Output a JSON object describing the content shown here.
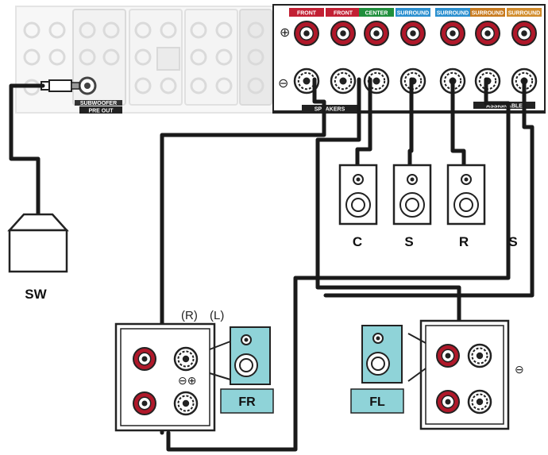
{
  "labels": {
    "subwoofer": "SW",
    "speaker_center": "C",
    "speaker_surround_1": "S",
    "speaker_surround_back": "R",
    "speaker_surround_2": "S",
    "front_right": "FR",
    "front_left": "FL",
    "right_marker": "(R)",
    "left_marker": "(L)",
    "polarity_right": "⊖⊕",
    "polarity_left": "⊖",
    "plus_symbol": "⊕",
    "minus_symbol": "⊖"
  },
  "panel": {
    "section_speakers": "SPEAKERS",
    "section_assignable": "ASSIGNABLE",
    "section_pre_out": "PRE OUT",
    "section_subwoofer": "SUBWOOFER",
    "terminal_headers": [
      "FRONT",
      "FRONT",
      "CENTER",
      "SURROUND",
      "SURROUND",
      "SURROUND",
      "SURROUND"
    ]
  },
  "colors": {
    "terminal_red": "#b0182a",
    "speaker_fill_cyan": "#8fd3d8",
    "cable": "#1a1a1a",
    "header_front": "#c21f33",
    "header_center": "#1f8f3c",
    "header_surround": "#2a8fcf",
    "header_back": "#c87a1e",
    "header_assign": "#d18b2a"
  }
}
